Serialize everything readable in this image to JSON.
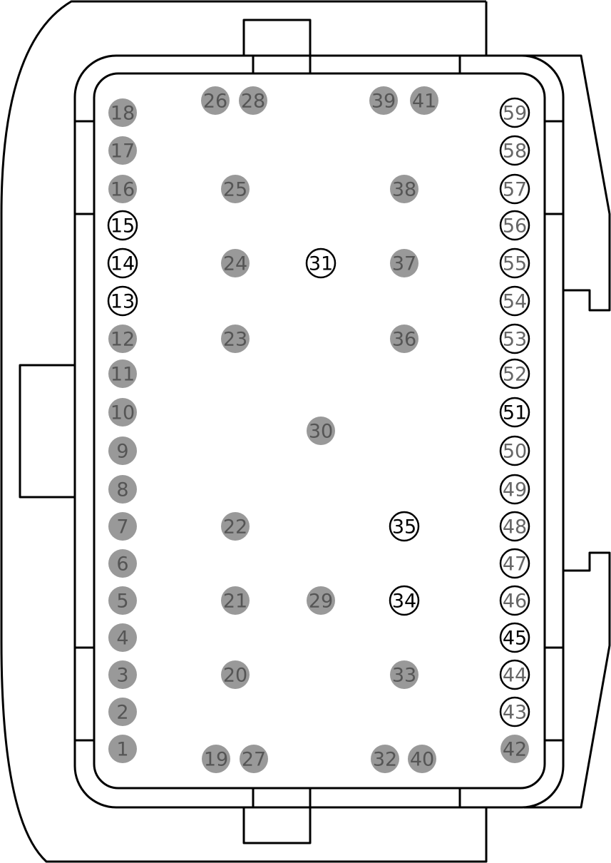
{
  "pins": [
    {
      "label": "1",
      "state": "filled"
    },
    {
      "label": "2",
      "state": "filled"
    },
    {
      "label": "3",
      "state": "filled"
    },
    {
      "label": "4",
      "state": "filled"
    },
    {
      "label": "5",
      "state": "filled"
    },
    {
      "label": "6",
      "state": "filled"
    },
    {
      "label": "7",
      "state": "filled"
    },
    {
      "label": "8",
      "state": "filled"
    },
    {
      "label": "9",
      "state": "filled"
    },
    {
      "label": "10",
      "state": "filled"
    },
    {
      "label": "11",
      "state": "filled"
    },
    {
      "label": "12",
      "state": "filled"
    },
    {
      "label": "13",
      "state": "open"
    },
    {
      "label": "14",
      "state": "open"
    },
    {
      "label": "15",
      "state": "open"
    },
    {
      "label": "16",
      "state": "filled"
    },
    {
      "label": "17",
      "state": "filled"
    },
    {
      "label": "18",
      "state": "filled"
    },
    {
      "label": "19",
      "state": "filled"
    },
    {
      "label": "20",
      "state": "filled"
    },
    {
      "label": "21",
      "state": "filled"
    },
    {
      "label": "22",
      "state": "filled"
    },
    {
      "label": "23",
      "state": "filled"
    },
    {
      "label": "24",
      "state": "filled"
    },
    {
      "label": "25",
      "state": "filled"
    },
    {
      "label": "26",
      "state": "filled"
    },
    {
      "label": "27",
      "state": "filled"
    },
    {
      "label": "28",
      "state": "filled"
    },
    {
      "label": "29",
      "state": "filled"
    },
    {
      "label": "30",
      "state": "filled"
    },
    {
      "label": "31",
      "state": "open"
    },
    {
      "label": "32",
      "state": "filled"
    },
    {
      "label": "33",
      "state": "filled"
    },
    {
      "label": "34",
      "state": "open"
    },
    {
      "label": "35",
      "state": "open"
    },
    {
      "label": "36",
      "state": "filled"
    },
    {
      "label": "37",
      "state": "filled"
    },
    {
      "label": "38",
      "state": "filled"
    },
    {
      "label": "39",
      "state": "filled"
    },
    {
      "label": "40",
      "state": "filled"
    },
    {
      "label": "41",
      "state": "filled"
    },
    {
      "label": "42",
      "state": "filled"
    },
    {
      "label": "43",
      "state": "open-grey"
    },
    {
      "label": "44",
      "state": "open-grey"
    },
    {
      "label": "45",
      "state": "open"
    },
    {
      "label": "46",
      "state": "open-grey"
    },
    {
      "label": "47",
      "state": "open-grey"
    },
    {
      "label": "48",
      "state": "open-grey"
    },
    {
      "label": "49",
      "state": "open-grey"
    },
    {
      "label": "50",
      "state": "open-grey"
    },
    {
      "label": "51",
      "state": "open"
    },
    {
      "label": "52",
      "state": "open-grey"
    },
    {
      "label": "53",
      "state": "open-grey"
    },
    {
      "label": "54",
      "state": "open-grey"
    },
    {
      "label": "55",
      "state": "open-grey"
    },
    {
      "label": "56",
      "state": "open-grey"
    },
    {
      "label": "57",
      "state": "open-grey"
    },
    {
      "label": "58",
      "state": "open-grey"
    },
    {
      "label": "59",
      "state": "open-grey"
    }
  ],
  "colors": {
    "filled_fill": "#999999",
    "filled_text": "#555555",
    "open_stroke": "#000000",
    "open_text": "#000000",
    "open_grey_text": "#666666",
    "outline": "#000000"
  }
}
